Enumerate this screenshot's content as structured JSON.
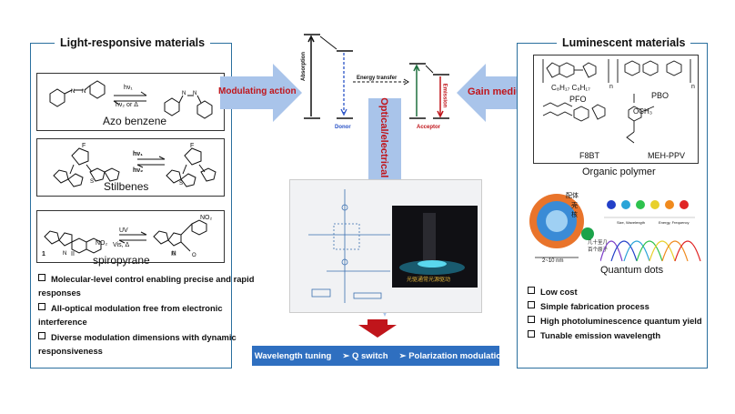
{
  "left_panel": {
    "title": "Light-responsive materials",
    "azo": {
      "caption": "Azo benzene",
      "hv1": "hν₁",
      "hv2": "hν₂ or Δ"
    },
    "stilbene": {
      "caption": "Stilbenes",
      "hv1": "hν₁",
      "hv2": "hν₂",
      "F": "F"
    },
    "spiro": {
      "caption": "spiropyrane",
      "uv": "UV",
      "vis": "Vis, Δ",
      "no2": "NO₂",
      "no2b": "NO₂",
      "label1": "1",
      "label2": "II",
      "label3": "III"
    },
    "bullets": [
      "Molecular-level control enabling precise and rapid responses",
      "All-optical modulation free from electronic interference",
      "Diverse modulation dimensions with dynamic responsiveness"
    ]
  },
  "center": {
    "modulating_label": "Modulating action",
    "gain_label": "Gain medium",
    "pumping_label": "Optical/electrical pumping",
    "energy": {
      "absorption": "Absorption",
      "energy_transfer": "Energy transfer",
      "emission": "Emission",
      "donor": "Donor",
      "acceptor": "Acceptor"
    },
    "photo_label": "光驱通常光源驱动",
    "bottom_bar": [
      "Wavelength tuning",
      "Q switch",
      "Polarization modulation"
    ]
  },
  "right_panel": {
    "title": "Luminescent materials",
    "polymers": {
      "pfo": "PFO",
      "pbo": "PBO",
      "f8bt": "F8BT",
      "meh": "MEH-PPV",
      "och3": "OCH₃",
      "c8": "C₈H₁₇ C₈H₁₇",
      "n": "n",
      "caption": "Organic polymer"
    },
    "qd": {
      "ligand": "配体",
      "shell": "壳",
      "core": "核",
      "atoms": "几十至几\n百个原子",
      "scale": "2~10 nm",
      "size_wl": "Size, Wavelength",
      "energy_freq": "Energy, Frequency",
      "caption": "Quantum dots"
    },
    "bullets": [
      "Low cost",
      "Simple fabrication process",
      "High photoluminescence quantum yield",
      "Tunable emission wavelength"
    ]
  },
  "colors": {
    "panel_border": "#2a6f9e",
    "arrow": "#a9c4ea",
    "red": "#c0151b",
    "bar": "#2f6fc0"
  }
}
